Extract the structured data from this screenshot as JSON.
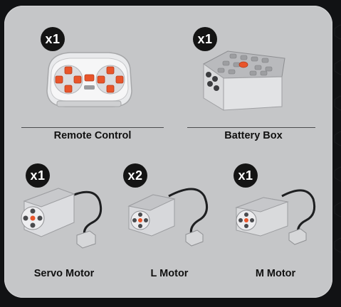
{
  "components": [
    {
      "id": "remote-control",
      "quantity": "x1",
      "label": "Remote Control",
      "product_icon": "remote-control-icon"
    },
    {
      "id": "battery-box",
      "quantity": "x1",
      "label": "Battery Box",
      "product_icon": "battery-box-icon"
    },
    {
      "id": "servo-motor",
      "quantity": "x1",
      "label": "Servo Motor",
      "product_icon": "servo-motor-icon"
    },
    {
      "id": "l-motor",
      "quantity": "x2",
      "label": "L Motor",
      "product_icon": "l-motor-icon"
    },
    {
      "id": "m-motor",
      "quantity": "x1",
      "label": "M Motor",
      "product_icon": "m-motor-icon"
    }
  ],
  "colors": {
    "background": "#111214",
    "panel": "#c5c6c8",
    "badge": "#141414",
    "accent_orange": "#e8552b",
    "part_gray": "#d9dadc"
  }
}
